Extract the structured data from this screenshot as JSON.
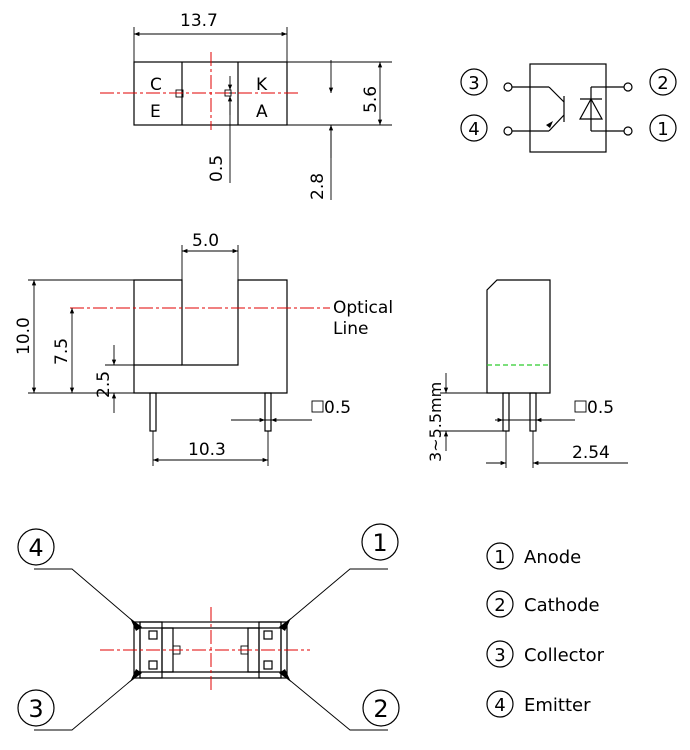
{
  "dimensions": {
    "top_width": "13.7",
    "top_height": "5.6",
    "top_pin_spacing": "0.5",
    "top_depth": "2.8",
    "slot_width": "5.0",
    "height_total": "10.0",
    "optical_height": "7.5",
    "base_height": "2.5",
    "pin_square": "0.5",
    "pin_spacing": "10.3",
    "lead_length": "3~5.5mm",
    "side_pin_square": "0.5",
    "pitch": "2.54"
  },
  "top_view_letters": {
    "left_top": "C",
    "left_bottom": "E",
    "right_top": "K",
    "right_bottom": "A"
  },
  "optical_line": {
    "line1": "Optical",
    "line2": "Line"
  },
  "schematic_pins": {
    "top_left": "3",
    "bottom_left": "4",
    "top_right": "2",
    "bottom_right": "1"
  },
  "bottom_view_pins": {
    "top_left": "4",
    "top_right": "1",
    "bottom_left": "3",
    "bottom_right": "2"
  },
  "legend": [
    {
      "num": "1",
      "label": "Anode"
    },
    {
      "num": "2",
      "label": "Cathode"
    },
    {
      "num": "3",
      "label": "Collector"
    },
    {
      "num": "4",
      "label": "Emitter"
    }
  ]
}
